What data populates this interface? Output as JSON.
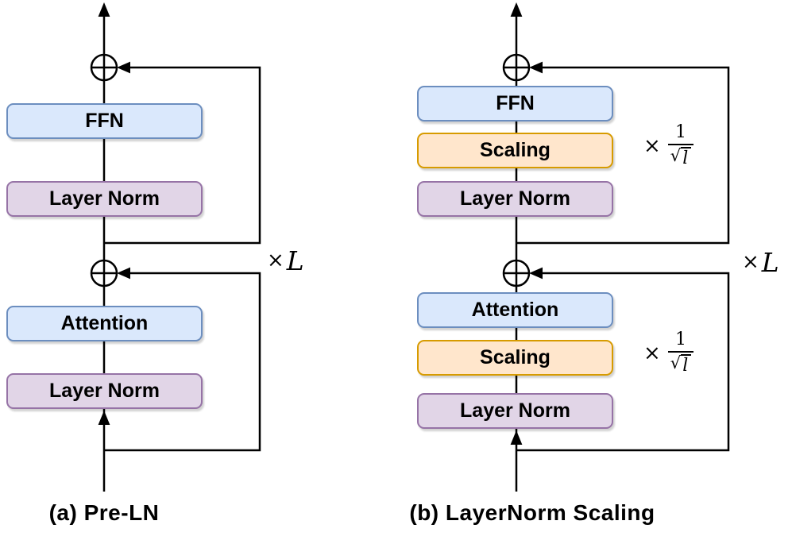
{
  "figure": {
    "symbols": {
      "add": "⊕"
    },
    "colors": {
      "line": "#000000",
      "blue_fill": "#dae8fc",
      "blue_border": "#6c8ebf",
      "purple_fill": "#e1d5e7",
      "purple_border": "#9673a6",
      "orange_fill": "#ffe6cc",
      "orange_border": "#d79b00"
    },
    "diagrams": [
      {
        "caption": "(a) Pre-LN",
        "repeat_label": {
          "times": "×",
          "variable": "L"
        },
        "blocks": [
          {
            "label": "FFN",
            "type": "blue"
          },
          {
            "label": "Layer Norm",
            "type": "purple"
          },
          {
            "label": "Attention",
            "type": "blue"
          },
          {
            "label": "Layer Norm",
            "type": "purple"
          }
        ]
      },
      {
        "caption": "(b) LayerNorm Scaling",
        "repeat_label": {
          "times": "×",
          "variable": "L"
        },
        "scaling_factor": {
          "times": "×",
          "numerator": "1",
          "radical_sign": "√",
          "radicand": "l"
        },
        "blocks": [
          {
            "label": "FFN",
            "type": "blue"
          },
          {
            "label": "Scaling",
            "type": "orange"
          },
          {
            "label": "Layer Norm",
            "type": "purple"
          },
          {
            "label": "Attention",
            "type": "blue"
          },
          {
            "label": "Scaling",
            "type": "orange"
          },
          {
            "label": "Layer Norm",
            "type": "purple"
          }
        ]
      }
    ]
  }
}
